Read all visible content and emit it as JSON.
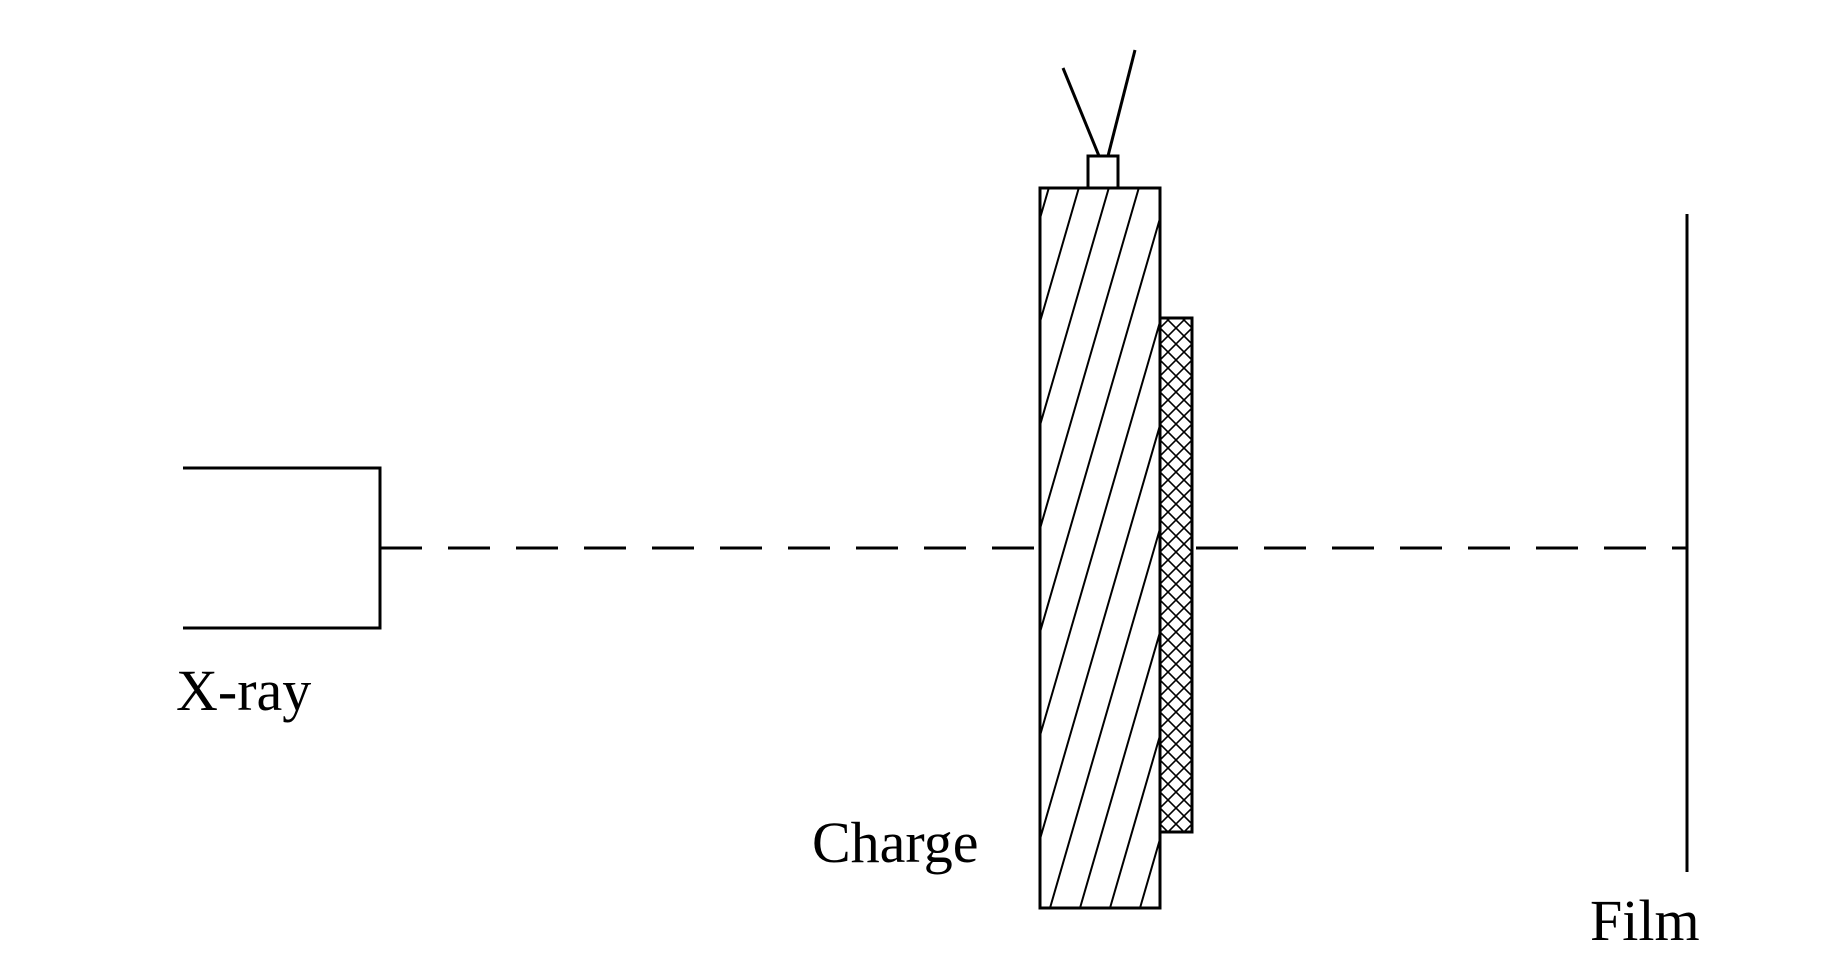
{
  "labels": {
    "xray": "X-ray",
    "charge": "Charge",
    "film": "Film"
  },
  "colors": {
    "stroke": "#000000",
    "background": "#ffffff"
  }
}
